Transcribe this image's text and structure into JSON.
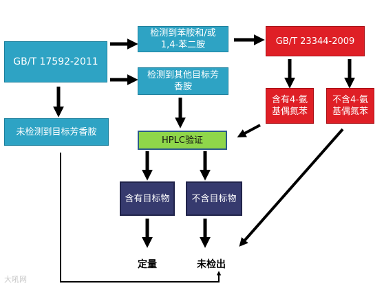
{
  "nodes": {
    "gb17592": "GB/T 17592-2011",
    "detect_aniline": "检测到苯胺和/或\n1,4-苯二胺",
    "detect_other": "检测到其他目标芳\n香胺",
    "not_detected_target": "未检测到目标芳香胺",
    "gb23344": "GB/T 23344-2009",
    "contains_4aminoazobenzene": "含有4-氨\n基偶氮苯",
    "no_4aminoazobenzene": "不含4-氨\n基偶氮苯",
    "hplc": "HPLC验证",
    "contains_target": "含有目标物",
    "no_target": "不含目标物",
    "quantify": "定量",
    "not_detected": "未检出"
  },
  "watermark": "大吼网",
  "colors": {
    "teal": "#2ea3c4",
    "red": "#df1f26",
    "green": "#8fd64a",
    "navy": "#363a6e"
  }
}
